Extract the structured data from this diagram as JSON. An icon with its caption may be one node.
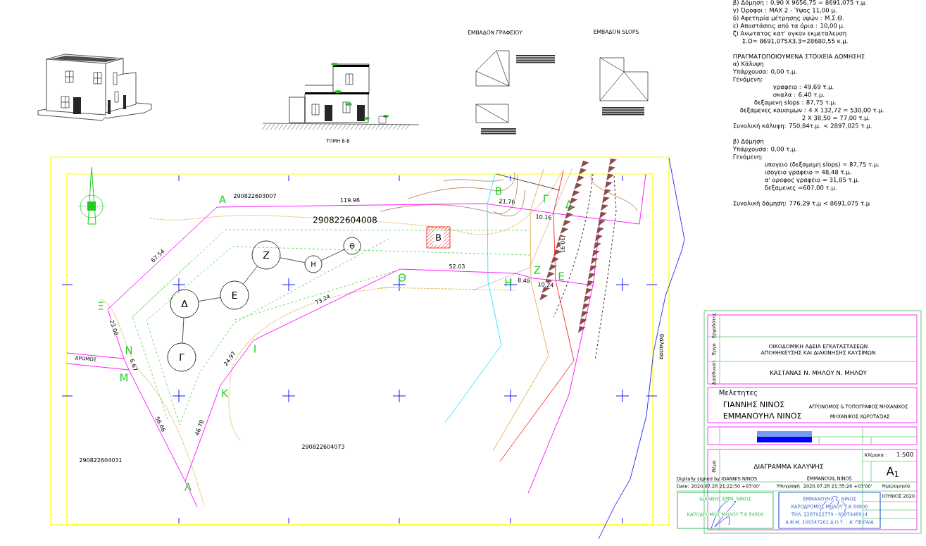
{
  "diagram": {
    "nodes": [
      {
        "text": [
          "Γ"
        ]
      },
      {
        "text": [
          "Δ"
        ]
      },
      {
        "text": [
          "Ε"
        ]
      },
      {
        "text": [
          "Ζ"
        ]
      },
      {
        "text": [
          "Η"
        ]
      },
      {
        "text": [
          "Θ"
        ]
      },
      {
        "text": [
          "Β"
        ]
      }
    ],
    "edges": [
      {
        "from": 0,
        "to": 1,
        "arrow": "none"
      },
      {
        "from": 1,
        "to": 2,
        "arrow": "none"
      },
      {
        "from": 2,
        "to": 3,
        "arrow": "none"
      },
      {
        "from": 3,
        "to": 4,
        "arrow": "none"
      },
      {
        "from": 4,
        "to": 5,
        "arrow": "none"
      }
    ],
    "labels": [
      "β) Δόμηση : 0,90 Χ 9656,75 = 8691,075 τ.μ.",
      "γ) Όροφοι : MAX 2 - Ύψος 11,00 μ.",
      "δ) Αφετηρία μέτρησης υψών : Μ.Σ.Θ.",
      "ε) Αποστάσεις από τα όρια : 10,00 μ.",
      "ζ) Ανωτατος κατ' ογκον εκμεταλευση",
      "Σ.Ο= 8691,075Χ3,3=28680,55 κ.μ.",
      "ΠΡΑΓΜΑΤΟΠΟΙΟΥΜΕΝΑ ΣΤΟΙΧΕΙΑ ΔΟΜΗΣΗΣ",
      "α) Κάλυψη",
      "Υπάρχουσα: 0,00 τ.μ.",
      "Γενόμενη:",
      "γραφειο : 49,69 τ.μ.",
      "σκαλα : 6,40 τ.μ.",
      "δεξαμενη slops : 87,75 τ.μ.",
      "δεξαμενες καυσιμων : 4 Χ 132,72 = 530,00 τ.μ.",
      "2 Χ 38,50 = 77,00 τ.μ.",
      "Συνολική κάλυψη: 750,84τ.μ. < 2897,025 τ.μ.",
      "β) Δόμηση",
      "Υπάρχουσα: 0,00 τ.μ.",
      "Γενόμενη:",
      "υπογειο (δεξαμεμη slops) = 87,75 τ.μ.",
      "ισογειο γραφειο = 48,48 τ.μ.",
      "α' οροφος γραφειο = 31,85 τ.μ.",
      "δεξαμενες =607,00 τ.μ.",
      "Συνολική δόμηση: 776,29 τ.μ < 8691,075 τ.μ",
      "ΤΟΜΗ Β-Β",
      "ΕΜΒΑΔΟΝ ΓΡΑΦΕΙΟΥ",
      "ΕΜΒΑΔΟΝ SLOPS",
      "290822603007",
      "290822604008",
      "290822604073",
      "290822604031",
      "ΔΡΟΜΟΣ",
      "Θάλασσα",
      "Α",
      "Β",
      "Γ",
      "Δ",
      "Θ",
      "Η",
      "Ζ",
      "Ε",
      "Ξ",
      "Ν",
      "Μ",
      "Ι",
      "Κ",
      "Λ",
      "119.96",
      "21.76",
      "10.16",
      "30.91",
      "67.54",
      "52.03",
      "8.48",
      "10.24",
      "73.24",
      "23.08",
      "6.67",
      "24.97",
      "56.66",
      "46.78",
      "Εργοδότης",
      "Έργο",
      "ΟΙΚΟΔΟΜΙΚΗ ΑΔΕΙΑ ΕΓΚΑΤΑΣΤΑΣΕΩΝ ΑΠΟΘΗΚΕΥΣΗΣ ΚΑΙ ΔΙΑΚΙΝΗΣΗΣ ΚΑΥΣΙΜΩΝ",
      "Διεύθυνση",
      "ΚΑΣΤΑΝΑΣ Ν. ΜΗΛΟΥ Ν. ΜΗΛΟΥ",
      "Μελετητες",
      "ΓΙΑΝΝΗΣ ΝΙΝΟΣ",
      "ΑΓΡΟΝΟΜΟΣ & ΤΟΠΟΓΡΑΦΟΣ ΜΗΧΑΝΙΚΟΣ",
      "ΕΜΜΑΝΟΥΗΛ ΝΙΝΟΣ",
      "ΜΗΧΑΝΙΚΟΣ ΧΩΡΟΤΑΞΙΑΣ",
      "Θέμα",
      "ΔΙΑΓΡΑΜΜΑ ΚΑΛΥΨΗΣ",
      "Κλίμακα :",
      "1:500",
      "A$_{1}$",
      "Digitally signed by IOANNIS NINOS",
      "Date: 2020.07.28 21:22:50 +03'00'",
      "EMMANOUIL NINOS",
      "Υπογραφή",
      "2020.07.28 21:35:26 +03'00'",
      "Ημερομηνία",
      "ΙΟΥΝΙΟΣ 2020",
      "ΙΩΑΝΝΗΣ ΕΜΜ. ΝΙΝΟΣ",
      "ΚΑΡΟΔΡΟΜΟΣ ΜΗΛΟΥ Τ.Κ 84800",
      "ΕΜΜΑΝΟΥΗΛ Σ. ΝΙΝΟΣ",
      "ΚΑΡΟΔΡΟΜΟΣ ΜΗΛΟΥ Τ.Κ 84800",
      "ΤΗΛ. 2287022779 - 6987448914",
      "Α.Φ.Μ. 109347261 Δ.Ο.Υ. : Α' ΠΕΙΡΑΙΑ"
    ]
  }
}
